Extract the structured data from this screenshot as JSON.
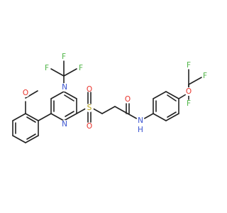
{
  "molecule": {
    "colors": {
      "bond": "#222222",
      "O": "#E8322B",
      "N": "#3A53D0",
      "F": "#4FB547",
      "S": "#B8A416",
      "H": "#3A53D0"
    },
    "atom_labels": {
      "methoxy_o": "O",
      "pyrimidine_n1": "N",
      "pyrimidine_n3": "N",
      "cf3_f_left": "F",
      "cf3_f_top": "F",
      "cf3_f_right": "F",
      "sulfonyl_s": "S",
      "sulfonyl_o_top": "O",
      "sulfonyl_o_bottom": "O",
      "carbonyl_o": "O",
      "amide_n": "N",
      "amide_h": "H",
      "ocf3_o": "O",
      "ocf3_f_top": "F",
      "ocf3_f_right": "F",
      "ocf3_f_bottom": "F"
    }
  }
}
